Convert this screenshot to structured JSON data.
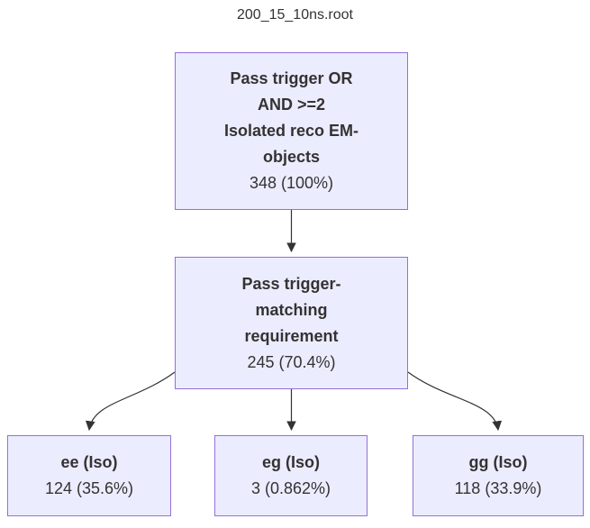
{
  "title": "200_15_10ns.root",
  "colors": {
    "node_fill": "#ECECFF",
    "node_border": "#9370DB",
    "text": "#333333",
    "edge": "#333333",
    "background": "#FFFFFF"
  },
  "nodes": {
    "root": {
      "label_lines": [
        "Pass trigger OR",
        "AND >=2",
        "Isolated reco EM-",
        "objects"
      ],
      "count": "348 (100%)"
    },
    "matching": {
      "label_lines": [
        "Pass trigger-",
        "matching",
        "requirement"
      ],
      "count": "245 (70.4%)"
    },
    "ee": {
      "label_lines": [
        "ee (Iso)"
      ],
      "count": "124 (35.6%)"
    },
    "eg": {
      "label_lines": [
        "eg (Iso)"
      ],
      "count": "3 (0.862%)"
    },
    "gg": {
      "label_lines": [
        "gg (Iso)"
      ],
      "count": "118 (33.9%)"
    }
  },
  "edges": [
    {
      "from": "root",
      "to": "matching"
    },
    {
      "from": "matching",
      "to": "ee"
    },
    {
      "from": "matching",
      "to": "eg"
    },
    {
      "from": "matching",
      "to": "gg"
    }
  ]
}
